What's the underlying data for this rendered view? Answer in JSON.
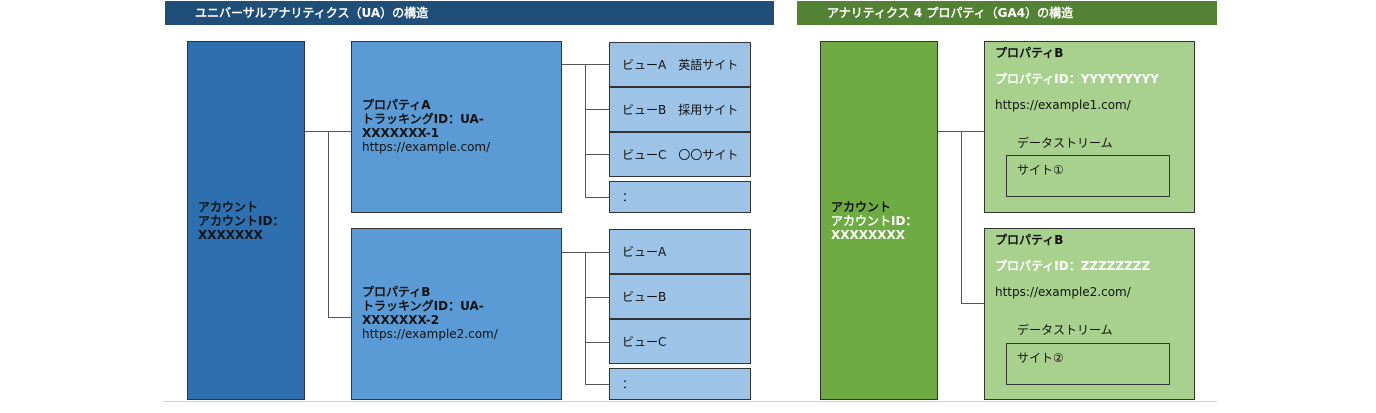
{
  "ua": {
    "title": "ユニバーサルアナリティクス（UA）の構造",
    "account": {
      "name": "アカウント",
      "id_label": "アカウントID：",
      "id_value": "XXXXXXX"
    },
    "properties": [
      {
        "name": "プロパティA",
        "tracking_id_line1": "トラッキングID：UA-",
        "tracking_id_line2": "XXXXXXX-1",
        "url": "https://example.com/",
        "views": [
          "ビューA　英語サイト",
          "ビューB　採用サイト",
          "ビューC　〇〇サイト",
          "："
        ]
      },
      {
        "name": "プロパティB",
        "tracking_id_line1": "トラッキングID：UA-",
        "tracking_id_line2": "XXXXXXX-2",
        "url": "https://example2.com/",
        "views": [
          "ビューA",
          "ビューB",
          "ビューC",
          "："
        ]
      }
    ]
  },
  "ga4": {
    "title": "アナリティクス 4 プロパティ（GA4）の構造",
    "account": {
      "name": "アカウント",
      "id_label": "アカウントID：",
      "id_value": "XXXXXXXX"
    },
    "properties": [
      {
        "name": "プロパティB",
        "property_id": "プロパティID：YYYYYYYYY",
        "url": "https://example1.com/",
        "stream_label": "データストリーム",
        "stream_item": "サイト①"
      },
      {
        "name": "プロパティB",
        "property_id": "プロパティID：ZZZZZZZZ",
        "url": "https://example2.com/",
        "stream_label": "データストリーム",
        "stream_item": "サイト②"
      }
    ]
  },
  "colors": {
    "ua_banner": "#1f4e79",
    "ua_account": "#2e6faf",
    "ua_property": "#5b9bd5",
    "ua_view": "#9dc3e6",
    "ga4_banner": "#548235",
    "ga4_account": "#6fab43",
    "ga4_property": "#a9d18e"
  }
}
